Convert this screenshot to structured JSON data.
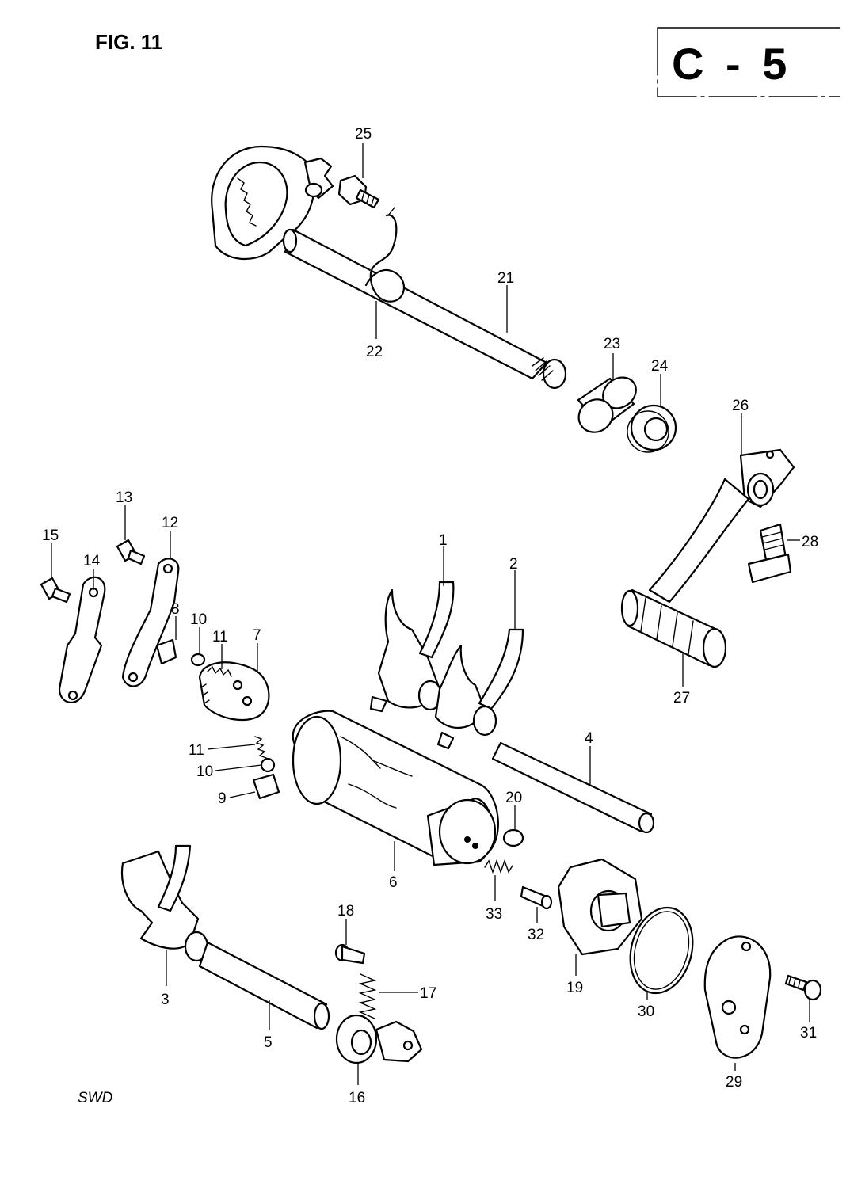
{
  "figure_label": "FIG. 11",
  "section_code": "C - 5",
  "watermark": "SWD",
  "callouts": {
    "p1": "1",
    "p2": "2",
    "p3": "3",
    "p4": "4",
    "p5": "5",
    "p6": "6",
    "p7": "7",
    "p8": "8",
    "p9": "9",
    "p10a": "10",
    "p10b": "10",
    "p11a": "11",
    "p11b": "11",
    "p12": "12",
    "p13": "13",
    "p14": "14",
    "p15": "15",
    "p16": "16",
    "p17": "17",
    "p18": "18",
    "p19": "19",
    "p20": "20",
    "p21": "21",
    "p22": "22",
    "p23": "23",
    "p24": "24",
    "p25": "25",
    "p26": "26",
    "p27": "27",
    "p28": "28",
    "p29": "29",
    "p30": "30",
    "p31": "31",
    "p32": "32",
    "p33": "33"
  }
}
